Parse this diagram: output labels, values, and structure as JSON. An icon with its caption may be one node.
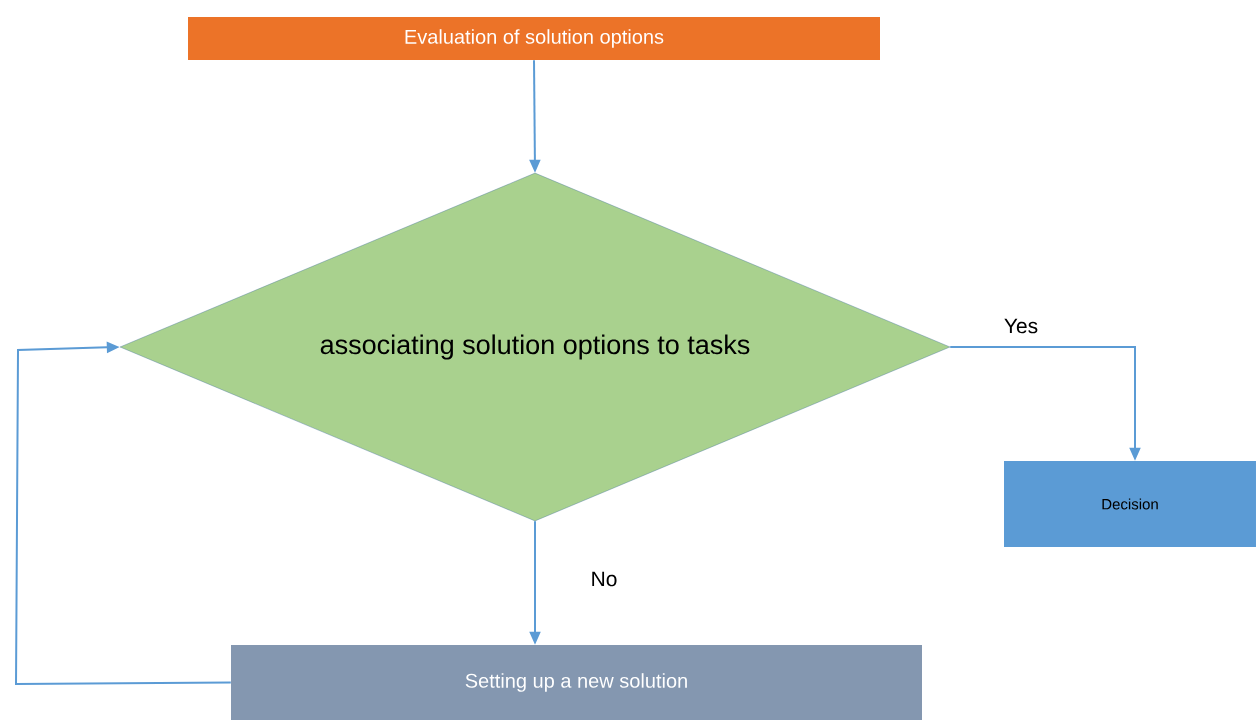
{
  "diagram": {
    "nodes": [
      {
        "text": [
          "Evaluation of solution options"
        ]
      },
      {
        "text": [
          "associating solution options to tasks"
        ]
      },
      {
        "text": [
          "Decision"
        ]
      },
      {
        "text": [
          "Setting up a new solution"
        ]
      }
    ],
    "edges": [
      {
        "from": 0,
        "to": 1,
        "arrow": "to"
      },
      {
        "from": 1,
        "to": 2,
        "arrow": "to",
        "label": "Yes"
      },
      {
        "from": 1,
        "to": 3,
        "arrow": "to",
        "label": "No"
      },
      {
        "from": 3,
        "to": 1,
        "arrow": "to"
      }
    ]
  }
}
